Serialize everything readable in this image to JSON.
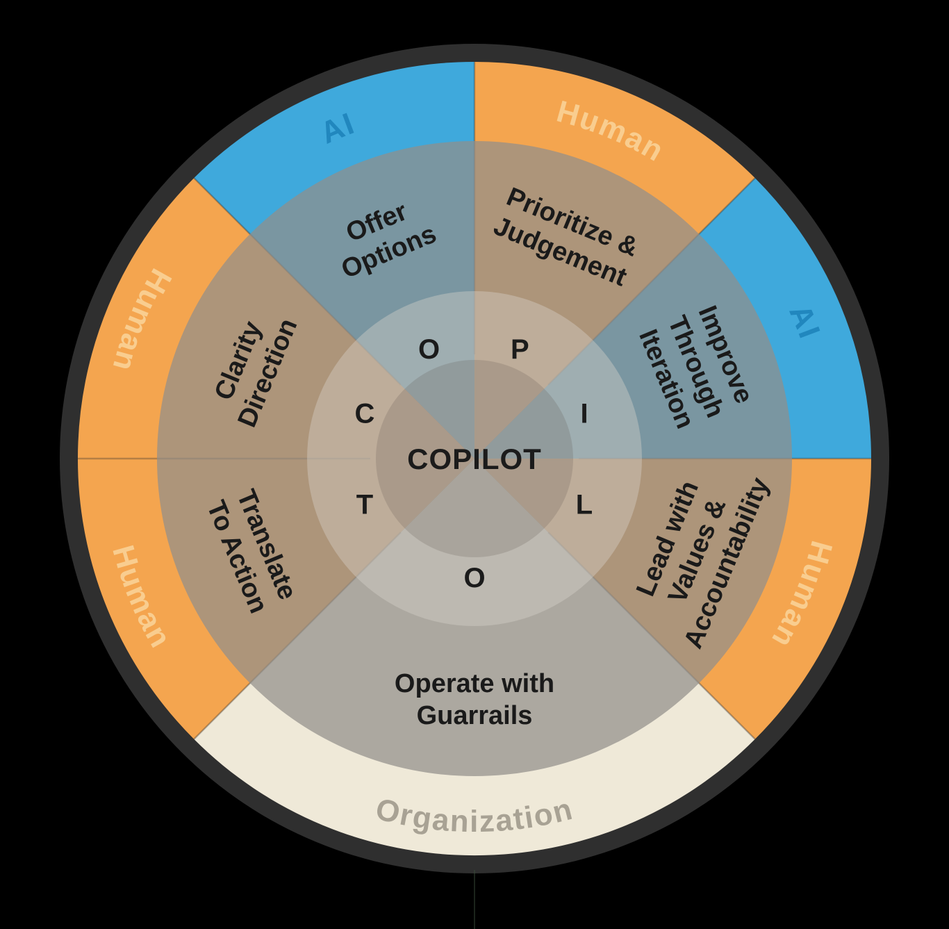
{
  "diagram": {
    "type": "wheel",
    "center_label": "COPILOT",
    "acronym_letters": [
      "C",
      "O",
      "P",
      "I",
      "L",
      "O",
      "T"
    ],
    "colors": {
      "background": "#000000",
      "outer_ring": "#2F2F2F",
      "ai": "#3FA9DC",
      "human": "#F4A54F",
      "organization": "#EFE9D8",
      "ai_label": "#2187BE",
      "human_label": "#F9CD8F",
      "organization_label": "#A8A294",
      "segment_text": "#1A1A1A",
      "letter_text": "#1B1B1B",
      "overlay_gray": "rgba(146,143,139,0.72)",
      "hub_overlay": "rgba(215,210,202,0.40)",
      "center_overlay": "rgba(90,82,74,0.20)",
      "divider": "rgba(60,54,48,0.35)"
    },
    "segments": [
      {
        "letter": "P",
        "phrase": "Prioritize & Judgement",
        "lines": [
          "Prioritize &",
          "Judgement"
        ],
        "actor": "Human",
        "actor_type": "human",
        "start": 0,
        "end": 45,
        "label_dir": "cw"
      },
      {
        "letter": "I",
        "phrase": "Improve Through Iteration",
        "lines": [
          "Improve",
          "Through",
          "Iteration"
        ],
        "actor": "AI",
        "actor_type": "ai",
        "start": 45,
        "end": 90,
        "label_dir": "cw"
      },
      {
        "letter": "L",
        "phrase": "Lead with Values & Accountability",
        "lines": [
          "Lead with",
          "Values &",
          "Accountability"
        ],
        "actor": "Human",
        "actor_type": "human",
        "start": 90,
        "end": 135,
        "label_dir": "cw"
      },
      {
        "letter": "O",
        "phrase": "Operate with Guarrails",
        "lines": [
          "Operate with",
          "Guarrails"
        ],
        "actor": "Organization",
        "actor_type": "organization",
        "start": 135,
        "end": 225,
        "label_dir": "ccw"
      },
      {
        "letter": "T",
        "phrase": "Translate To Action",
        "lines": [
          "Translate",
          "To Action"
        ],
        "actor": "Human",
        "actor_type": "human",
        "start": 225,
        "end": 270,
        "label_dir": "ccw"
      },
      {
        "letter": "C",
        "phrase": "Clarity Direction",
        "lines": [
          "Clarity",
          "Direction"
        ],
        "actor": "Human",
        "actor_type": "human",
        "start": 270,
        "end": 315,
        "label_dir": "ccw"
      },
      {
        "letter": "O",
        "phrase": "Offer Options",
        "lines": [
          "Offer",
          "Options"
        ],
        "actor": "AI",
        "actor_type": "ai",
        "start": 315,
        "end": 360,
        "label_dir": "cw"
      }
    ]
  }
}
